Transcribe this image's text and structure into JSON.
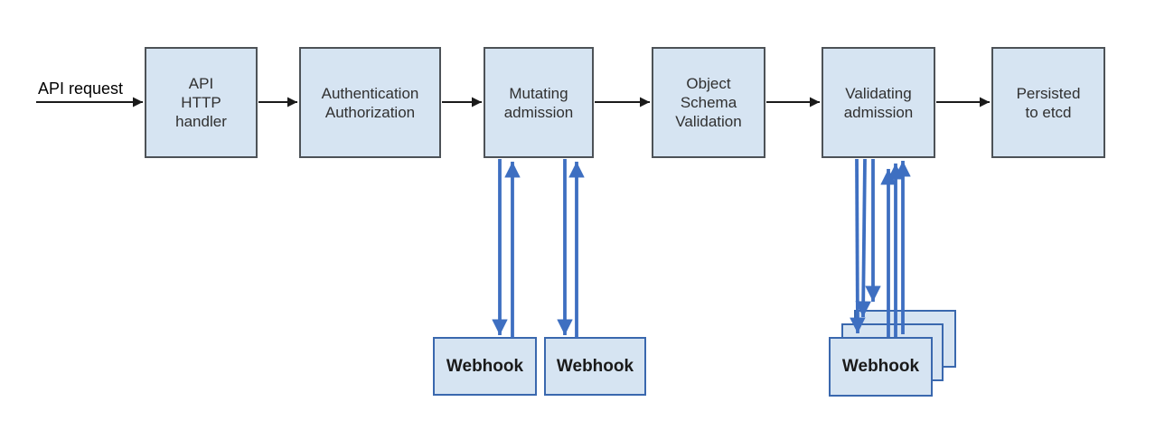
{
  "diagram": {
    "request_label": "API request",
    "nodes": [
      {
        "id": "api-http-handler",
        "label": "API\nHTTP\nhandler"
      },
      {
        "id": "authentication-authorization",
        "label": "Authentication\nAuthorization"
      },
      {
        "id": "mutating-admission",
        "label": "Mutating\nadmission"
      },
      {
        "id": "object-schema-validation",
        "label": "Object\nSchema\nValidation"
      },
      {
        "id": "validating-admission",
        "label": "Validating\nadmission"
      },
      {
        "id": "persisted-to-etcd",
        "label": "Persisted\nto etcd"
      }
    ],
    "mutating_webhooks": [
      "Webhook",
      "Webhook"
    ],
    "validating_webhooks": [
      "Webhook",
      "Webhook",
      "Webhook"
    ]
  },
  "colors": {
    "node-fill": "#d6e4f2",
    "node-border": "#4d5257",
    "webhook-border": "#3a68ae",
    "flow-arrow": "#1a1a1a",
    "webhook-arrow": "#3e6fc1"
  }
}
